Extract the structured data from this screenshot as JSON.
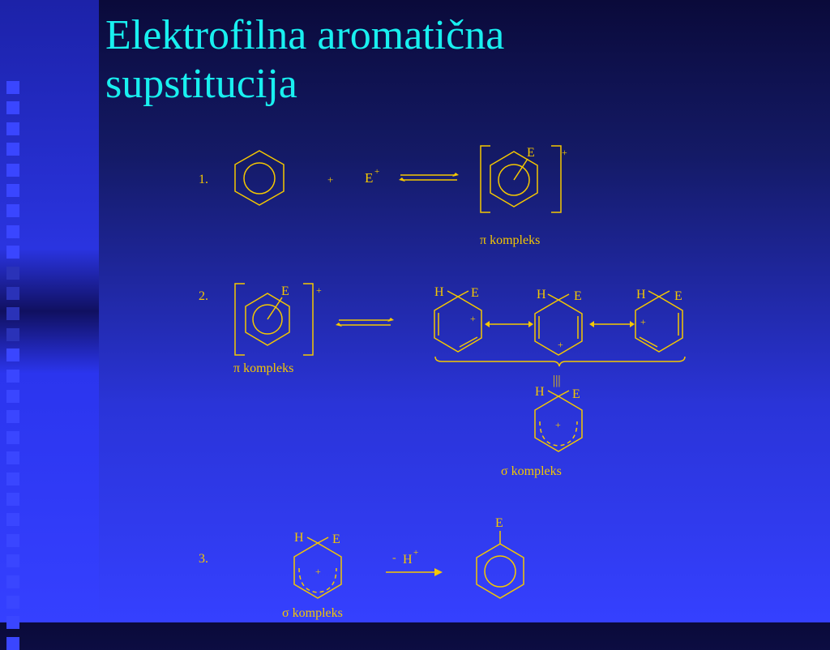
{
  "title_lines": [
    "Elektrofilna aromatična",
    "supstitucija"
  ],
  "colors": {
    "title": "#19f0f0",
    "scheme": "#f5c800",
    "background": "#3540ff"
  },
  "steps": [
    {
      "number": "1.",
      "plus": "+",
      "electrophile": "E",
      "charge": "+",
      "complex_substituent": "E",
      "complex_charge": "+",
      "complex_label": "π kompleks"
    },
    {
      "number": "2.",
      "complex_substituent": "E",
      "complex_charge": "+",
      "complex_label": "π kompleks",
      "resonance": [
        {
          "h": "H",
          "e": "E",
          "plus": "+"
        },
        {
          "h": "H",
          "e": "E",
          "plus": "+"
        },
        {
          "h": "H",
          "e": "E",
          "plus": "+"
        }
      ],
      "equivalence": "|||",
      "hybrid": {
        "h": "H",
        "e": "E",
        "plus": "+"
      },
      "hybrid_label": "σ kompleks"
    },
    {
      "number": "3.",
      "h": "H",
      "e": "E",
      "plus": "+",
      "reagent_sign": "-",
      "reagent": "H",
      "reagent_charge": "+",
      "sigma_label": "σ kompleks",
      "product_substituent": "E"
    }
  ]
}
